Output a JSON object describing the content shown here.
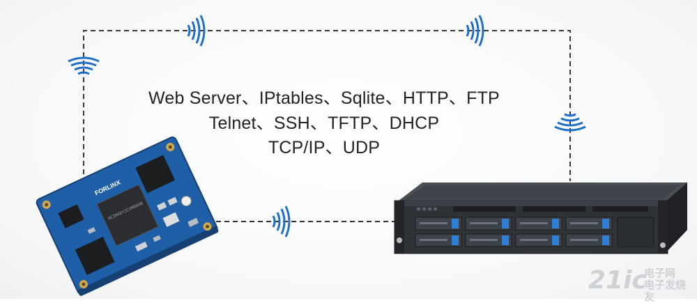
{
  "protocols": {
    "line1": "Web Server、IPtables、Sqlite、HTTP、FTP",
    "line2": "Telnet、SSH、TFTP、DHCP",
    "line3": "TCP/IP、UDP"
  },
  "board": {
    "brand": "FORLINX",
    "chip_text": "MCIMX6Y2CVM08AB"
  },
  "watermark": {
    "number": "21ic",
    "cn_top": "电子网",
    "cn_bottom": "电子发烧友"
  },
  "colors": {
    "pcb_blue": "#1f5fa8",
    "wave_blue": "#1e6fc8",
    "server_dark": "#2a2d31",
    "server_face": "#3a3e44"
  },
  "icons": [
    "wifi-signal-icon",
    "computer-board",
    "rack-server"
  ]
}
